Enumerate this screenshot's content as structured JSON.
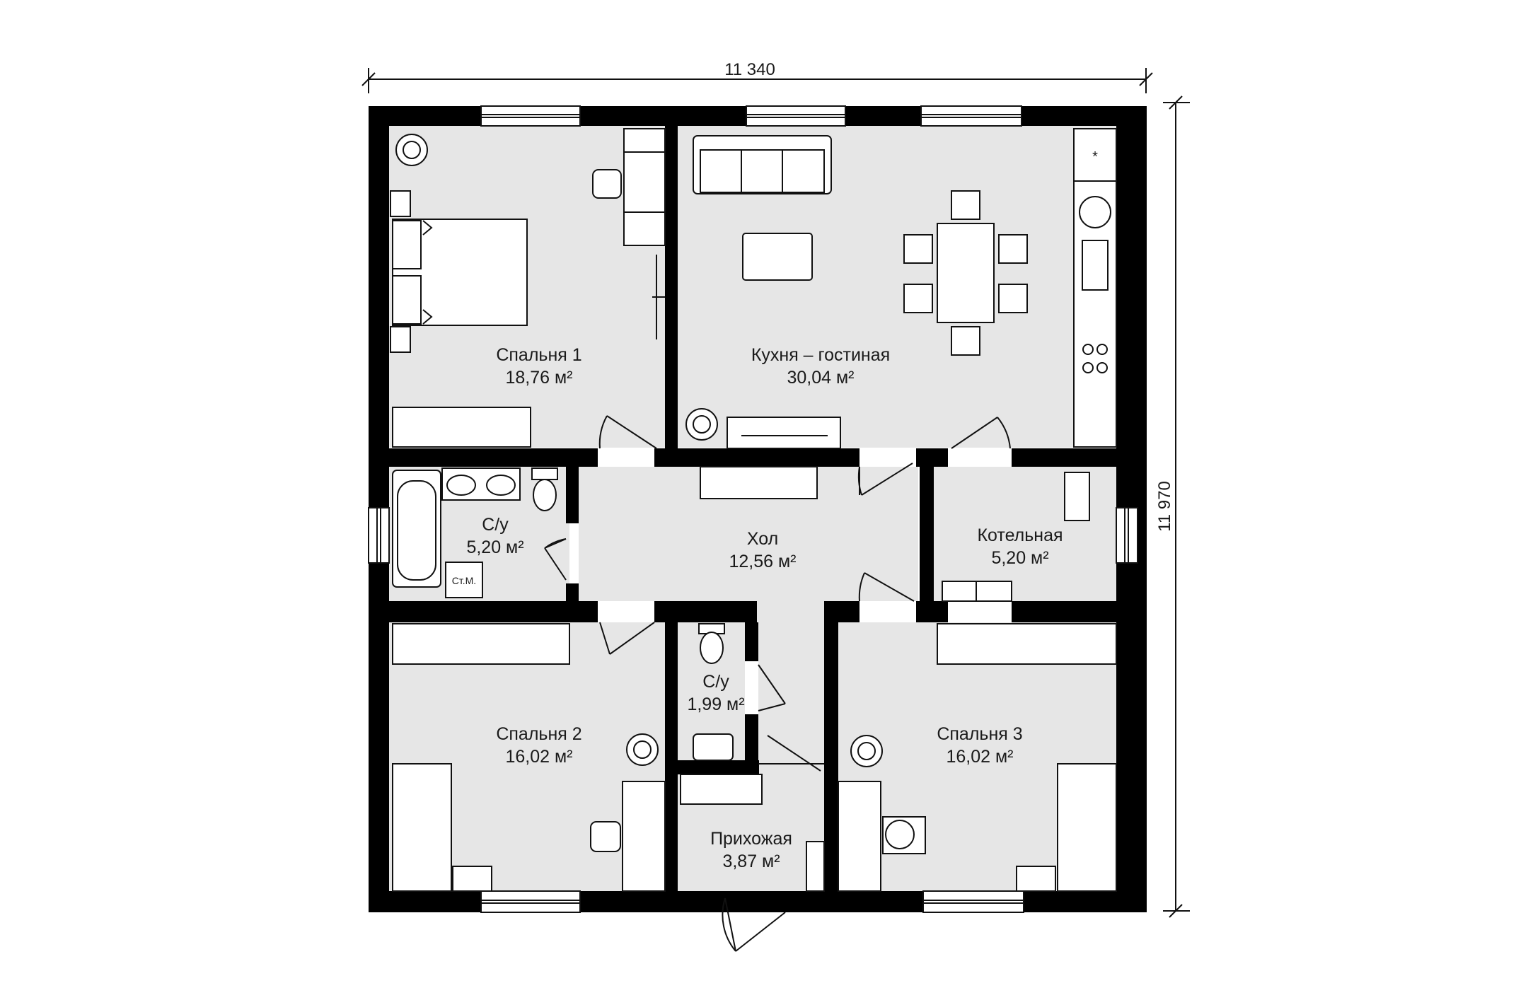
{
  "dimensions": {
    "width": "11 340",
    "height": "11 970"
  },
  "rooms": [
    {
      "id": "bedroom-1",
      "name": "Спальня 1",
      "area": "18,76 м²"
    },
    {
      "id": "kitchen-living",
      "name": "Кухня – гостиная",
      "area": "30,04 м²"
    },
    {
      "id": "bathroom-1",
      "name": "С/у",
      "area": "5,20 м²"
    },
    {
      "id": "hall",
      "name": "Хол",
      "area": "12,56 м²"
    },
    {
      "id": "boiler-room",
      "name": "Котельная",
      "area": "5,20 м²"
    },
    {
      "id": "bathroom-2",
      "name": "С/у",
      "area": "1,99 м²"
    },
    {
      "id": "bedroom-2",
      "name": "Спальня 2",
      "area": "16,02 м²"
    },
    {
      "id": "bedroom-3",
      "name": "Спальня 3",
      "area": "16,02 м²"
    },
    {
      "id": "entrance",
      "name": "Прихожая",
      "area": "3,87 м²"
    }
  ],
  "labels": {
    "washing_machine": "Ст.М."
  },
  "colors": {
    "wall": "#000000",
    "floor": "#e6e6e6",
    "furniture": "#ffffff"
  }
}
